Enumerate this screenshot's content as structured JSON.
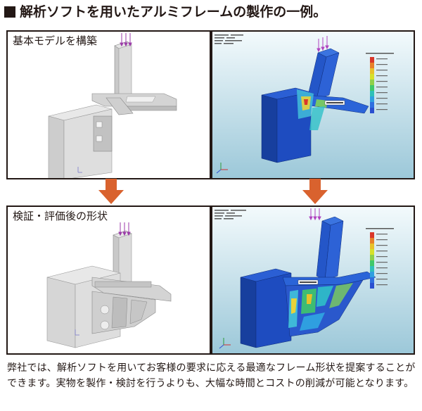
{
  "title": "解析ソフトを用いたアルミフレームの製作の一例。",
  "panels": {
    "top_left_label": "基本モデルを構築",
    "bottom_left_label": "検証・評価後の形状"
  },
  "description": "弊社では、解析ソフトを用いてお客様の要求に応える最適なフレーム形状を提案することができます。実物を製作・検討を行うよりも、大幅な時間とコストの削減が可能となります。",
  "colors": {
    "arrow": "#d9622e",
    "frame": "#231815",
    "model_blue": "#1a4bbf",
    "model_gray": "#d8d8d8",
    "background_gradient_top": "#f3fafc",
    "background_gradient_bottom": "#9cc8d9"
  },
  "icons": [
    "square-bullet-icon",
    "down-arrow-icon",
    "load-arrows-icon",
    "axis-triad-icon",
    "color-legend-icon"
  ]
}
